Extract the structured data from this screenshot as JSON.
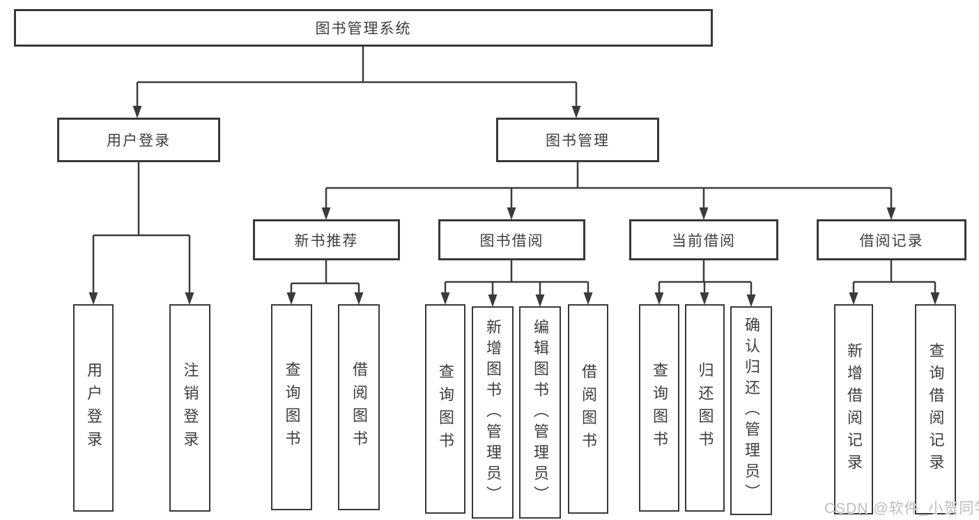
{
  "colors": {
    "background": "#ffffff",
    "line": "#3b3b3b",
    "box_border": "#383838",
    "text": "#3d3d40",
    "watermark": "#bdbdbd"
  },
  "watermark": {
    "text": "CSDN @软件_小贺同学"
  },
  "tree": {
    "label": "图书管理系统",
    "children": [
      {
        "label": "用户登录",
        "children": [
          {
            "label": "用户登录"
          },
          {
            "label": "注销登录"
          }
        ]
      },
      {
        "label": "图书管理",
        "children": [
          {
            "label": "新书推荐",
            "children": [
              {
                "label": "查询图书"
              },
              {
                "label": "借阅图书"
              }
            ]
          },
          {
            "label": "图书借阅",
            "children": [
              {
                "label": "查询图书"
              },
              {
                "label": "新增图书（管理员）"
              },
              {
                "label": "编辑图书（管理员）"
              },
              {
                "label": "借阅图书"
              }
            ]
          },
          {
            "label": "当前借阅",
            "children": [
              {
                "label": "查询图书"
              },
              {
                "label": "归还图书"
              },
              {
                "label": "确认归还（管理员）"
              }
            ]
          },
          {
            "label": "借阅记录",
            "children": [
              {
                "label": "新增借阅记录"
              },
              {
                "label": "查询借阅记录"
              }
            ]
          }
        ]
      }
    ]
  }
}
